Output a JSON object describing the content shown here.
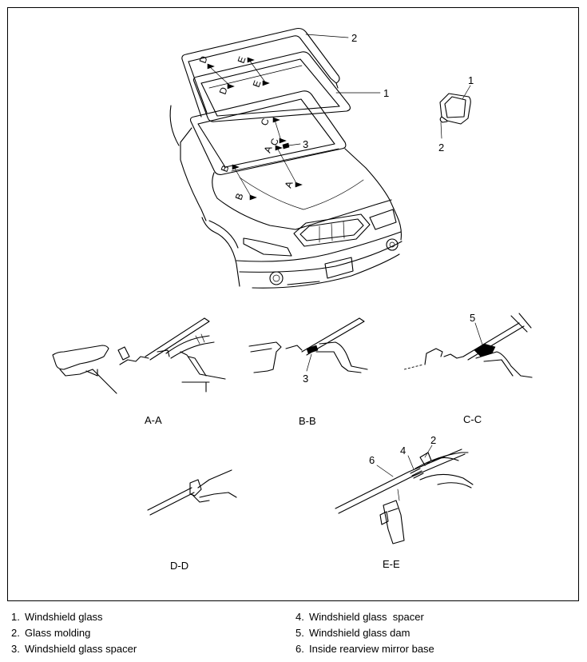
{
  "overview": {
    "molding_callout": "2",
    "glass_callout": "1",
    "spacer_callout": "3",
    "cut_marks": {
      "a": "A",
      "b": "B",
      "c": "C",
      "d": "D",
      "e": "E"
    }
  },
  "clip_part": {
    "upper_callout": "1",
    "lower_callout": "2"
  },
  "sections": {
    "aa": {
      "label": "A-A"
    },
    "bb": {
      "label": "B-B",
      "spacer_callout": "3"
    },
    "cc": {
      "label": "C-C",
      "dam_callout": "5"
    },
    "dd": {
      "label": "D-D"
    },
    "ee": {
      "label": "E-E",
      "spacer_callout": "4",
      "molding_callout": "2",
      "mirror_base_callout": "6"
    }
  },
  "legend": [
    {
      "num": "1.",
      "text": "Windshield glass"
    },
    {
      "num": "2.",
      "text": "Glass molding"
    },
    {
      "num": "3.",
      "text": "Windshield glass spacer"
    },
    {
      "num": "4.",
      "text": "Windshield glass  spacer"
    },
    {
      "num": "5.",
      "text": "Windshield glass dam"
    },
    {
      "num": "6.",
      "text": "Inside rearview mirror base"
    }
  ]
}
